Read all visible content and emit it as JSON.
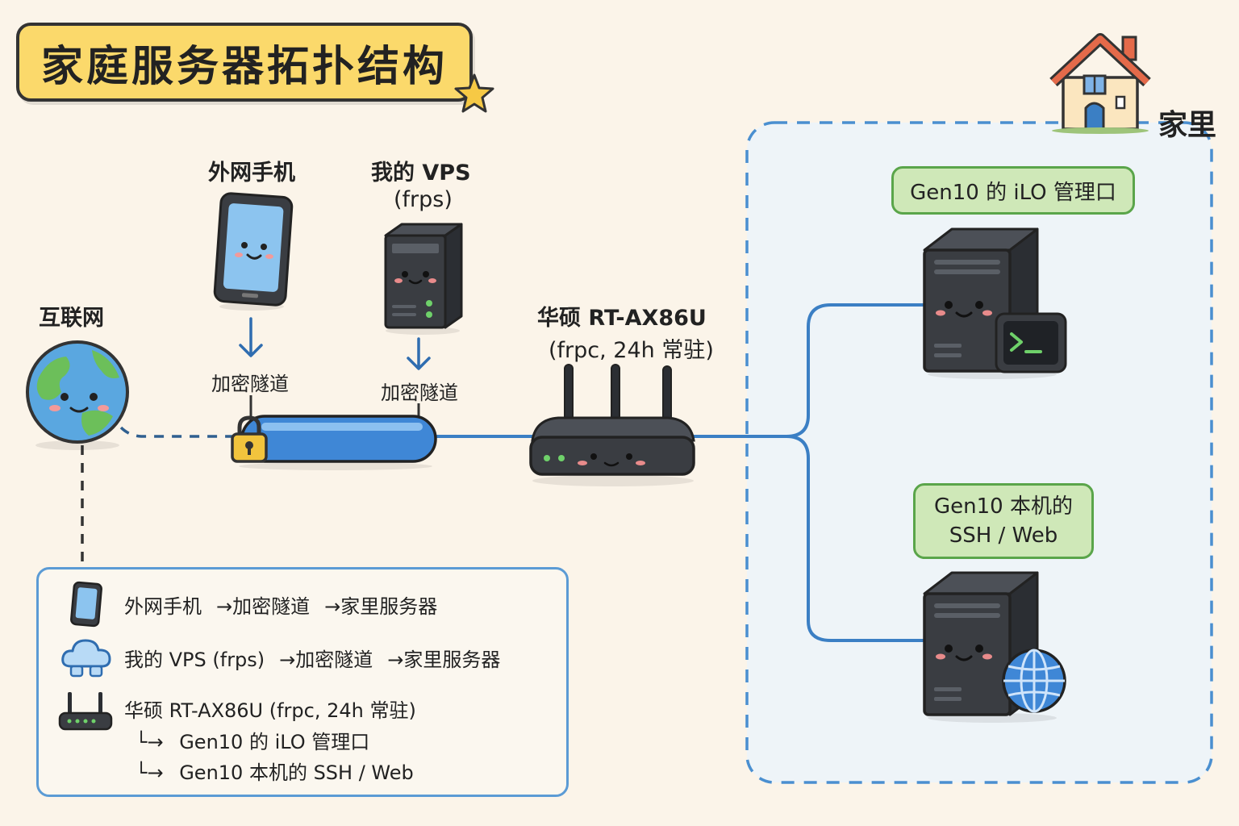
{
  "title": "家庭服务器拓扑结构",
  "home_label": "家里",
  "internet_label": "互联网",
  "phone_label": "外网手机",
  "vps": {
    "line1": "我的 VPS",
    "line2": "(frps)"
  },
  "tunnel_left_label": "加密隧道",
  "tunnel_right_label": "加密隧道",
  "router": {
    "line1": "华硕 RT-AX86U",
    "line2": "(frpc, 24h 常驻)"
  },
  "ilo_label": "Gen10 的 iLO 管理口",
  "ssh": {
    "line1": "Gen10 本机的",
    "line2": "SSH / Web"
  },
  "legend": {
    "row1": {
      "a": "外网手机",
      "arrow1": "→",
      "b": "加密隧道",
      "arrow2": "→",
      "c": "家里服务器"
    },
    "row2": {
      "a": "我的 VPS (frps)",
      "arrow1": "→",
      "b": "加密隧道",
      "arrow2": "→",
      "c": "家里服务器"
    },
    "row3": "华硕 RT-AX86U (frpc, 24h 常驻)",
    "row4": {
      "hook": "└→",
      "text": "Gen10 的 iLO 管理口"
    },
    "row5": {
      "hook": "└→",
      "text": "Gen10 本机的 SSH / Web"
    }
  },
  "colors": {
    "link_blue": "#3b7fc4",
    "tunnel_blue": "#4a90d9",
    "pill_green": "#cfe8b8",
    "title_yellow": "#fbd96b",
    "device_dark": "#3a3d42"
  },
  "icons": [
    "star-icon",
    "house-icon",
    "globe-icon",
    "phone-icon",
    "server-icon",
    "lock-icon",
    "router-icon",
    "terminal-icon",
    "web-globe-icon",
    "cloud-icon"
  ]
}
